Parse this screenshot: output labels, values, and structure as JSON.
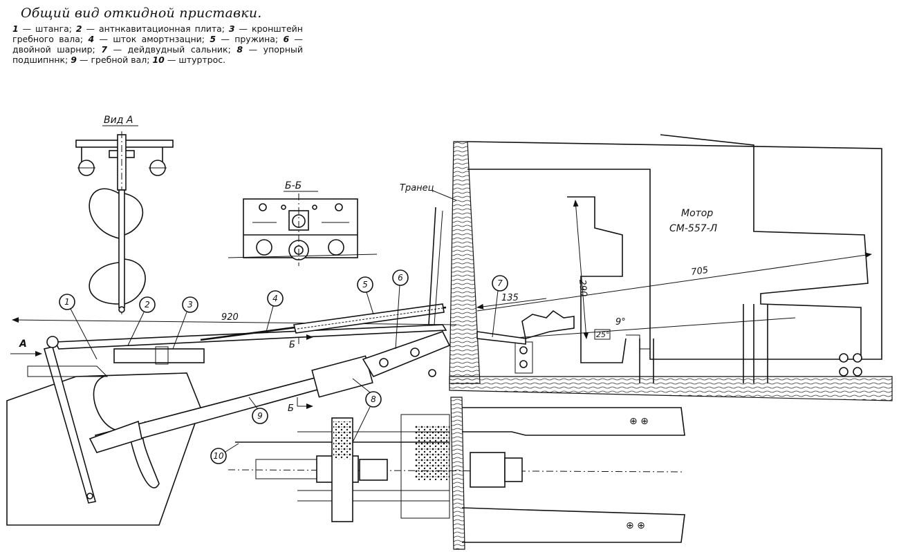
{
  "caption": {
    "title": "Общий вид откидной приставки.",
    "legend": [
      {
        "num": "1",
        "text": "штанга;"
      },
      {
        "num": "2",
        "text": "антнкавитационная плита;"
      },
      {
        "num": "3",
        "text": "кронштейн гребного вала;"
      },
      {
        "num": "4",
        "text": "шток амортнзацни;"
      },
      {
        "num": "5",
        "text": "пружина;"
      },
      {
        "num": "6",
        "text": "двойной шарнир;"
      },
      {
        "num": "7",
        "text": "дейдвудный сальник;"
      },
      {
        "num": "8",
        "text": "упорный подшипннк;"
      },
      {
        "num": "9",
        "text": "гребной вал;"
      },
      {
        "num": "10",
        "text": "штуртрос."
      }
    ]
  },
  "views": {
    "view_a": "Вид А",
    "section_bb": "Б-Б"
  },
  "labels": {
    "transom": "Транец",
    "motor_line1": "Мотор",
    "motor_line2": "СМ-557-Л",
    "arrow_a": "А",
    "section_mark_top": "Б",
    "section_mark_bottom": "Б"
  },
  "dimensions": {
    "d920": "920",
    "d705": "705",
    "d135": "135",
    "d290": "290",
    "angle9": "9°",
    "angle25": "25°"
  },
  "callouts": [
    "1",
    "2",
    "3",
    "4",
    "5",
    "6",
    "7",
    "8",
    "9",
    "10"
  ]
}
